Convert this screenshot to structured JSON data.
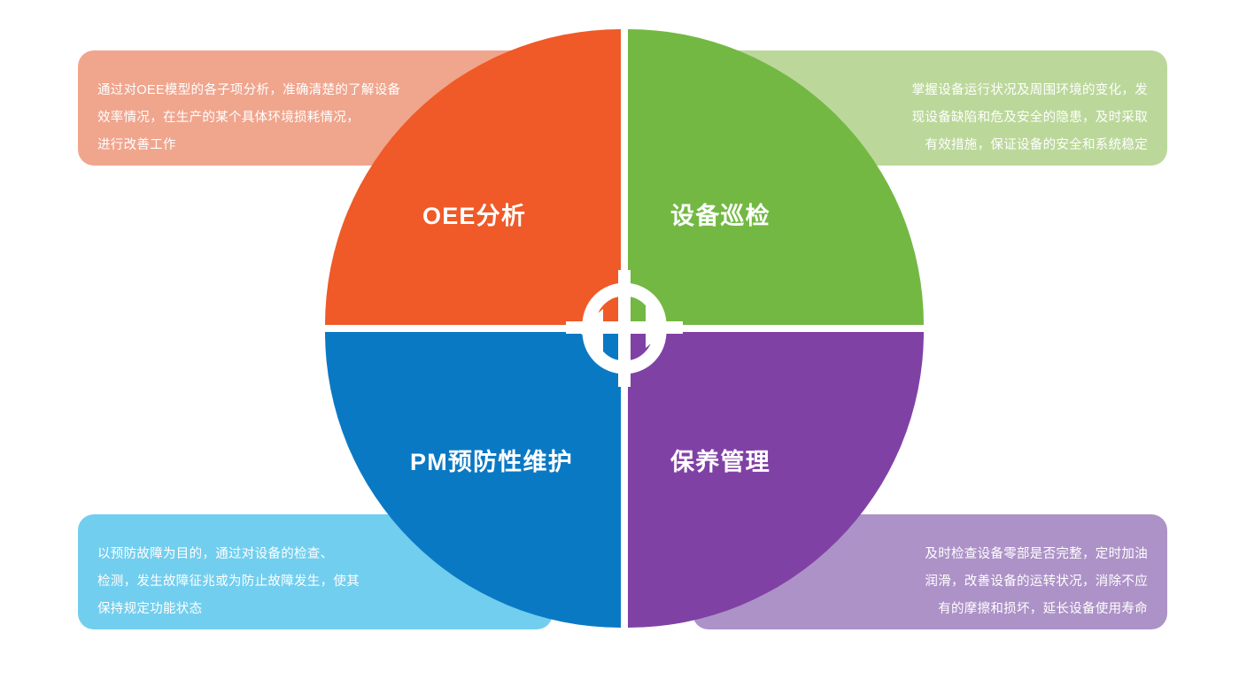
{
  "diagram": {
    "type": "four-quadrant-cycle-wheel",
    "center_icon": "cycle-arrows-icon",
    "colors": {
      "oee_main": "#EF5A28",
      "oee_tint": "#F0A58D",
      "inspection_main": "#73B843",
      "inspection_tint": "#BBD89A",
      "pm_main": "#0A79C4",
      "pm_tint": "#72CEEE",
      "maintenance_main": "#8041A5",
      "maintenance_tint": "#AD92C7",
      "label_text": "#FFFFFF",
      "background": "#FFFFFF"
    },
    "quadrants": [
      {
        "id": "oee",
        "position": "top-left",
        "label": "OEE分析",
        "description": "通过对OEE模型的各子项分析，准确清楚的了解设备\n效率情况，在生产的某个具体环境损耗情况，\n进行改善工作"
      },
      {
        "id": "inspection",
        "position": "top-right",
        "label": "设备巡检",
        "description": "掌握设备运行状况及周围环境的变化，发\n现设备缺陷和危及安全的隐患，及时采取\n有效措施，保证设备的安全和系统稳定"
      },
      {
        "id": "pm",
        "position": "bottom-left",
        "label": "PM预防性维护",
        "description": "以预防故障为目的，通过对设备的检查、\n检测，发生故障征兆或为防止故障发生，使其\n保持规定功能状态"
      },
      {
        "id": "maintenance",
        "position": "bottom-right",
        "label": "保养管理",
        "description": "及时检查设备零部是否完整，定时加油\n润滑，改善设备的运转状况，消除不应\n有的摩擦和损坏，延长设备使用寿命"
      }
    ]
  }
}
